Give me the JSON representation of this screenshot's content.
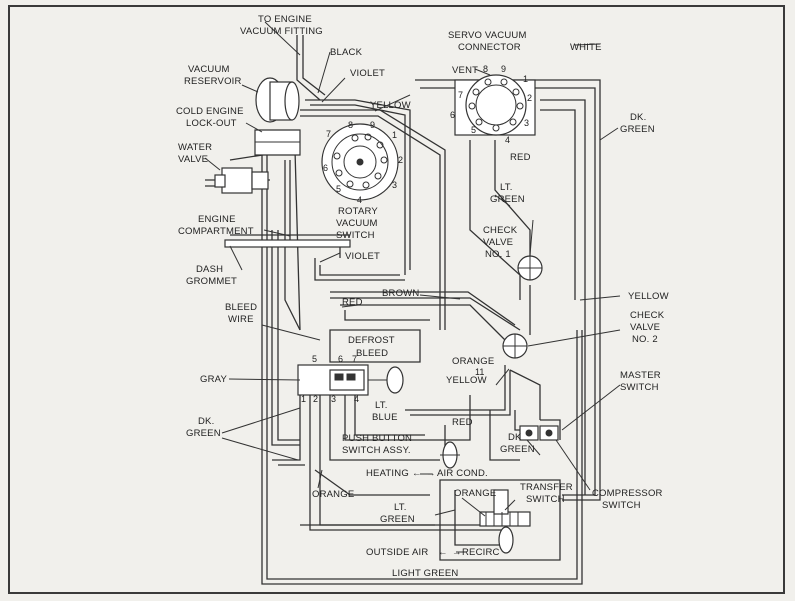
{
  "labels": {
    "to_engine_1": "TO ENGINE",
    "to_engine_2": "VACUUM FITTING",
    "black": "BLACK",
    "violet_top": "VIOLET",
    "vacuum_reservoir_1": "VACUUM",
    "vacuum_reservoir_2": "RESERVOIR",
    "cold_engine_1": "COLD ENGINE",
    "cold_engine_2": "LOCK-OUT",
    "water_valve_1": "WATER",
    "water_valve_2": "VALVE",
    "yellow_top": "YELLOW",
    "engine_comp_1": "ENGINE",
    "engine_comp_2": "COMPARTMENT",
    "dash_grommet_1": "DASH",
    "dash_grommet_2": "GROMMET",
    "servo_1": "SERVO VACUUM",
    "servo_2": "CONNECTOR",
    "vent": "VENT",
    "white": "WHITE",
    "dk_green_r1": "DK.",
    "dk_green_r2": "GREEN",
    "red_top": "RED",
    "lt_green_1": "LT.",
    "lt_green_2": "GREEN",
    "check_valve1_1": "CHECK",
    "check_valve1_2": "VALVE",
    "check_valve1_3": "NO. 1",
    "rotary_1": "ROTARY",
    "rotary_2": "VACUUM",
    "rotary_3": "SWITCH",
    "violet_mid": "VIOLET",
    "brown": "BROWN",
    "yellow_right": "YELLOW",
    "red_mid": "RED",
    "bleed_wire_1": "BLEED",
    "bleed_wire_2": "WIRE",
    "defrost": "DEFROST",
    "bleed": "BLEED",
    "check_valve2_1": "CHECK",
    "check_valve2_2": "VALVE",
    "check_valve2_3": "NO. 2",
    "orange_mid": "ORANGE",
    "yellow_mid": "YELLOW",
    "gray": "GRAY",
    "lt_blue_1": "LT.",
    "lt_blue_2": "BLUE",
    "master_1": "MASTER",
    "master_2": "SWITCH",
    "dk_green_l1": "DK.",
    "dk_green_l2": "GREEN",
    "push_button_1": "PUSH BUTTON",
    "push_button_2": "SWITCH ASSY.",
    "red_low": "RED",
    "dk_green_c1": "DK",
    "dk_green_c2": "GREEN",
    "heating": "HEATING",
    "air_cond": "AIR COND.",
    "orange_low": "ORANGE",
    "orange_box": "ORANGE",
    "transfer_1": "TRANSFER",
    "transfer_2": "SWITCH",
    "compressor_1": "COMPRESSOR",
    "compressor_2": "SWITCH",
    "lt_green_low1": "LT.",
    "lt_green_low2": "GREEN",
    "outside_air": "OUTSIDE AIR",
    "recirc": "RECIRC",
    "light_green": "LIGHT GREEN"
  },
  "rotary_numbers": [
    "7",
    "8",
    "9",
    "1",
    "6",
    "2",
    "5",
    "3",
    "4"
  ],
  "servo_numbers": [
    "8",
    "9",
    "1",
    "7",
    "2",
    "6",
    "3",
    "5",
    "4"
  ],
  "switch_numbers": [
    "5",
    "6",
    "7",
    "1",
    "2",
    "3",
    "4"
  ],
  "small_numbers": [
    "11"
  ]
}
